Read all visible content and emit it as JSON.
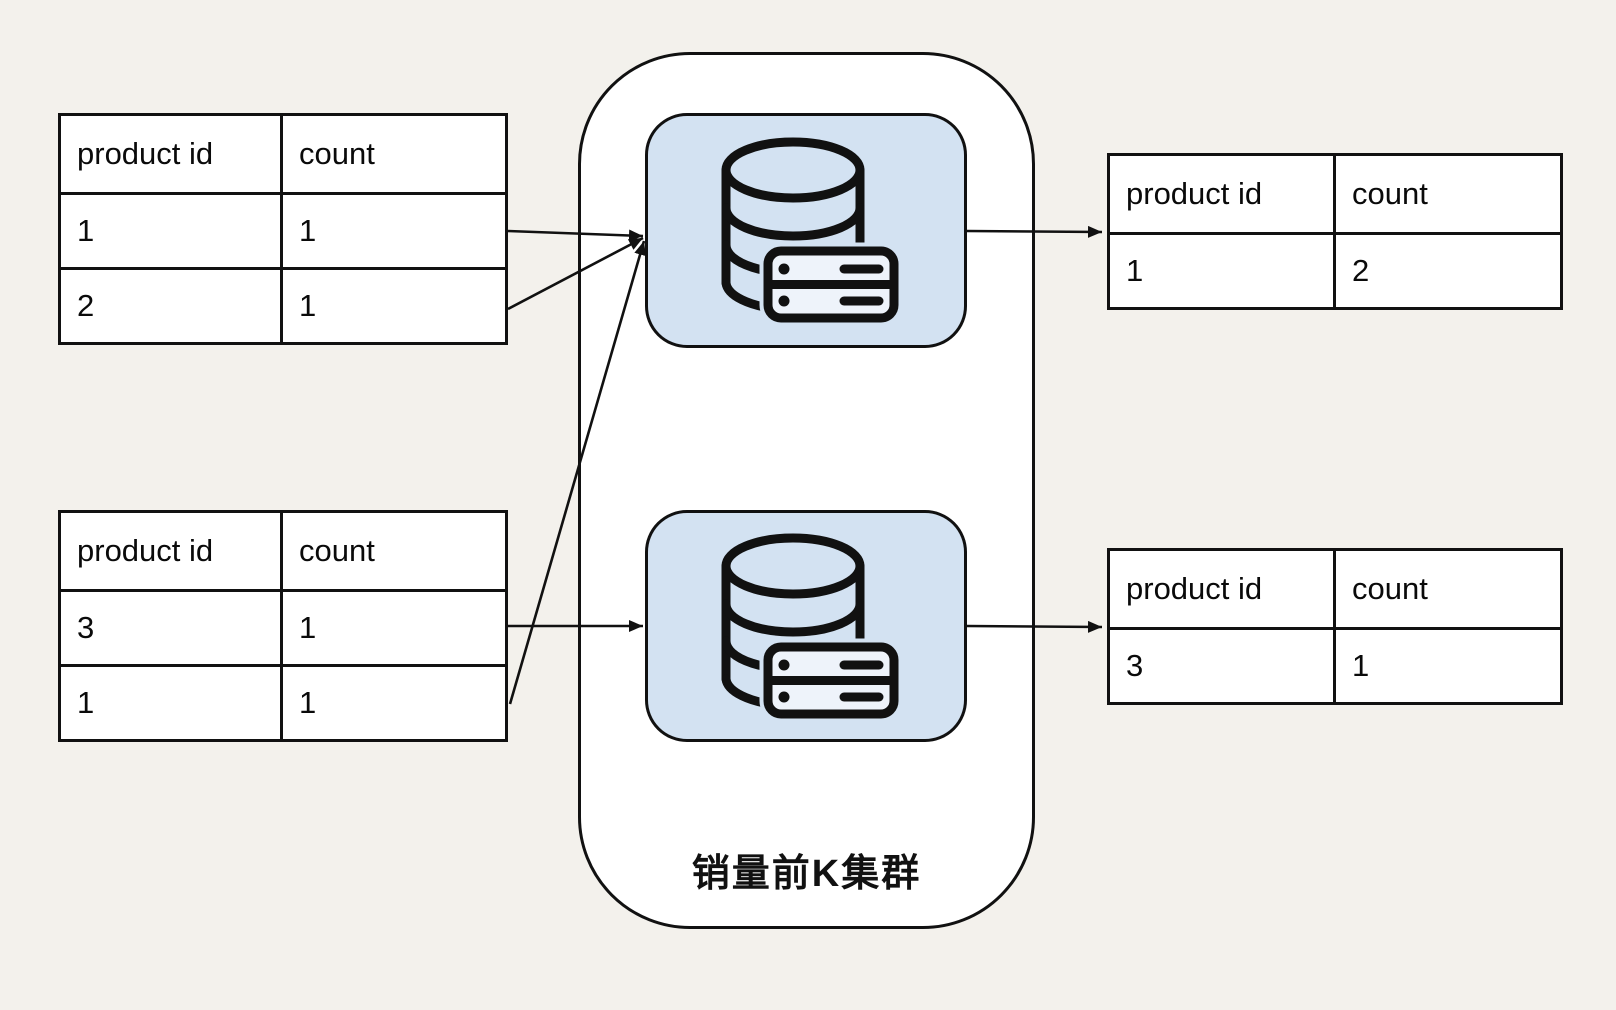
{
  "colors": {
    "background": "#f3f1ec",
    "node_fill": "#d3e2f2",
    "stroke": "#111111",
    "table_fill": "#ffffff"
  },
  "cluster": {
    "label": "销量前K集群",
    "nodes": [
      {
        "name": "top-db-node",
        "icon": "database-server-icon"
      },
      {
        "name": "bottom-db-node",
        "icon": "database-server-icon"
      }
    ]
  },
  "tables": {
    "input_top": {
      "headers": [
        "product id",
        "count"
      ],
      "rows": [
        [
          "1",
          "1"
        ],
        [
          "2",
          "1"
        ]
      ]
    },
    "input_bottom": {
      "headers": [
        "product id",
        "count"
      ],
      "rows": [
        [
          "3",
          "1"
        ],
        [
          "1",
          "1"
        ]
      ]
    },
    "output_top": {
      "headers": [
        "product id",
        "count"
      ],
      "rows": [
        [
          "1",
          "2"
        ]
      ]
    },
    "output_bottom": {
      "headers": [
        "product id",
        "count"
      ],
      "rows": [
        [
          "3",
          "1"
        ]
      ]
    }
  }
}
